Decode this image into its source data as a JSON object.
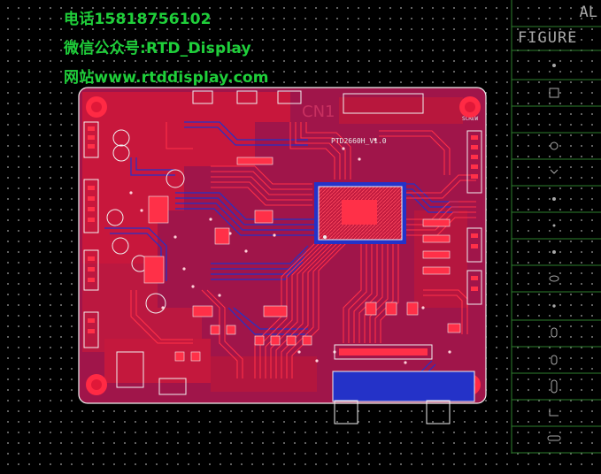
{
  "watermark": {
    "phone": "电话15818756102",
    "wechat": "微信公众号:RTD_Display",
    "website": "网站www.rtddisplay.com"
  },
  "board": {
    "part_label": "PTD2660H_V1.0",
    "connector_label": "SCREW",
    "silk_label": "CN1"
  },
  "panel": {
    "top_label": "AL",
    "header_label": "FIGURE"
  },
  "colors": {
    "background": "#000000",
    "grid_dot": "#6f6f6f",
    "board_fill": "#a0154a",
    "copper_top": "#ff1a3a",
    "copper_bottom": "#2432c8",
    "silkscreen": "#e8e8e8",
    "watermark": "#1fcf3a",
    "panel_lines": "#2e7f2e"
  }
}
